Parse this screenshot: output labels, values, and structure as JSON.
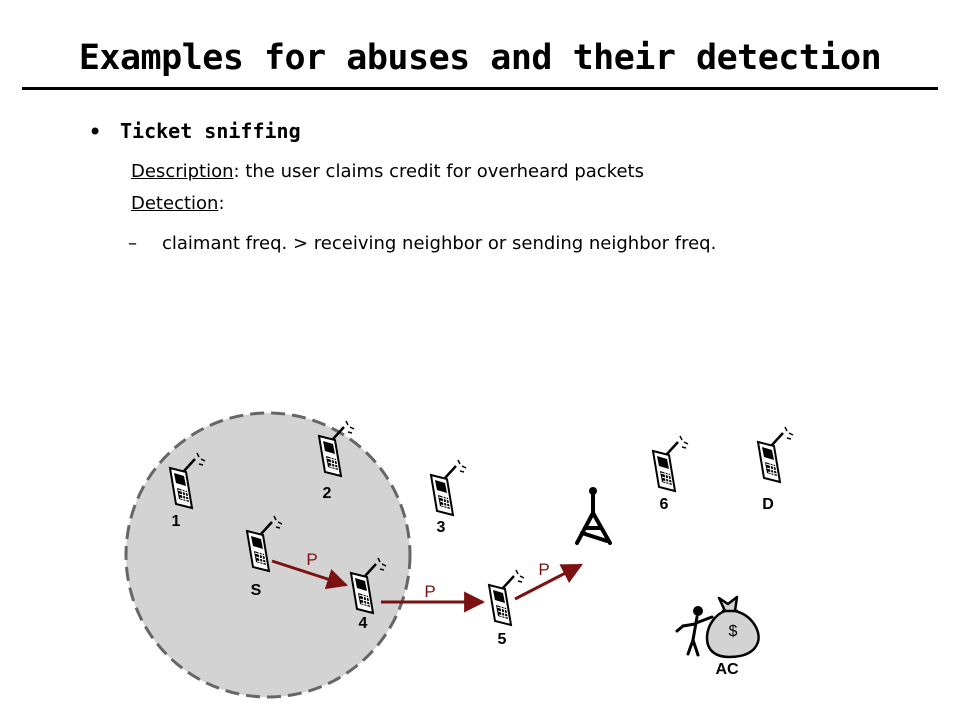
{
  "slide": {
    "title": "Examples for abuses and their detection",
    "bullet": {
      "heading": "Ticket sniffing",
      "description_label": "Description",
      "description_text": ": the user claims credit for overheard packets",
      "detection_label": "Detection",
      "detection_suffix": ":",
      "criterion_dash": "–",
      "criterion_text": "claimant freq. > receiving neighbor or sending neighbor freq."
    }
  },
  "diagram": {
    "colors": {
      "range_fill": "#d3d3d3",
      "range_stroke": "#666666",
      "arrow": "#7b1111",
      "packet_label": "#7b1111",
      "ink": "#000000"
    },
    "nodes": {
      "n1": "1",
      "n2": "2",
      "n3": "3",
      "s": "S",
      "n4": "4",
      "n5": "5",
      "n6": "6",
      "d": "D",
      "ac": "AC"
    },
    "packets": {
      "p1": "P",
      "p2": "P",
      "p3": "P"
    },
    "money_bag_symbol": "$",
    "icons": {
      "phone": "mobile-phone-icon",
      "tower": "radio-tower-icon",
      "ac": "accounting-center-person-with-money-bag-icon"
    }
  }
}
